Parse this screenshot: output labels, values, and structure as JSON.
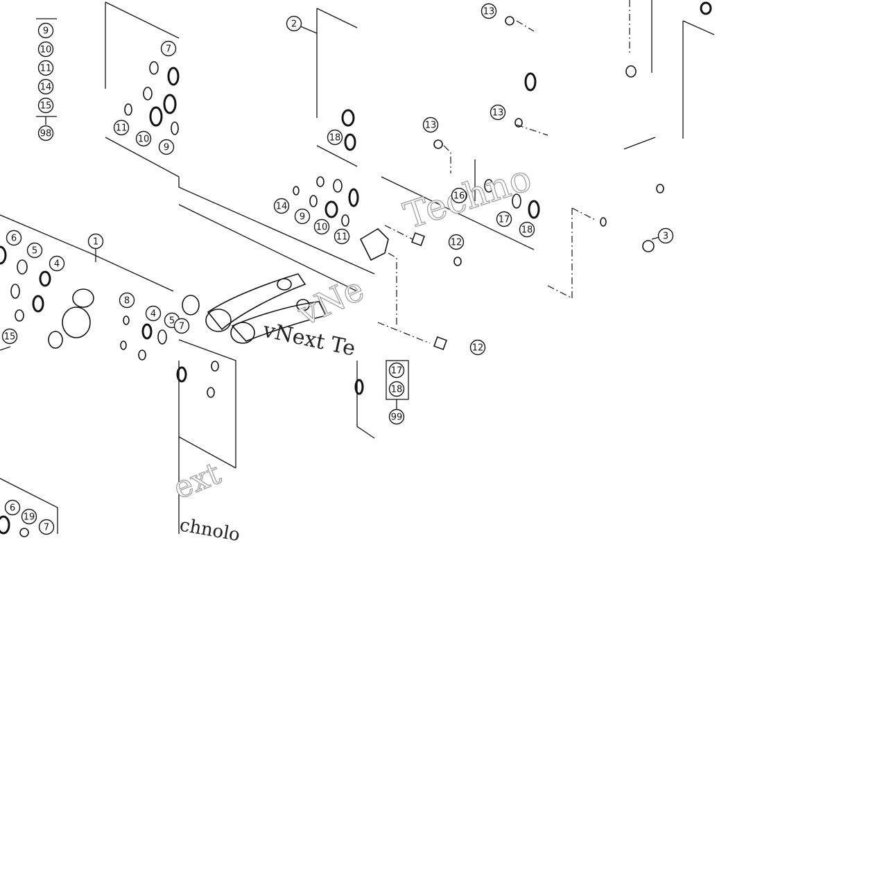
{
  "diagram": {
    "callouts": [
      {
        "id": "c9a",
        "text": "9"
      },
      {
        "id": "c10a",
        "text": "10"
      },
      {
        "id": "c11a",
        "text": "11"
      },
      {
        "id": "c14a",
        "text": "14"
      },
      {
        "id": "c15a",
        "text": "15"
      },
      {
        "id": "c98",
        "text": "98"
      },
      {
        "id": "c7a",
        "text": "7"
      },
      {
        "id": "c11b",
        "text": "11"
      },
      {
        "id": "c10b",
        "text": "10"
      },
      {
        "id": "c9b",
        "text": "9"
      },
      {
        "id": "c2",
        "text": "2"
      },
      {
        "id": "c18a",
        "text": "18"
      },
      {
        "id": "c13a",
        "text": "13"
      },
      {
        "id": "c13b",
        "text": "13"
      },
      {
        "id": "c13c",
        "text": "13"
      },
      {
        "id": "c14b",
        "text": "14"
      },
      {
        "id": "c9c",
        "text": "9"
      },
      {
        "id": "c10c",
        "text": "10"
      },
      {
        "id": "c11c",
        "text": "11"
      },
      {
        "id": "c16",
        "text": "16"
      },
      {
        "id": "c17a",
        "text": "17"
      },
      {
        "id": "c18b",
        "text": "18"
      },
      {
        "id": "c12a",
        "text": "12"
      },
      {
        "id": "c3",
        "text": "3"
      },
      {
        "id": "c6a",
        "text": "6"
      },
      {
        "id": "c5a",
        "text": "5"
      },
      {
        "id": "c4a",
        "text": "4"
      },
      {
        "id": "c1",
        "text": "1"
      },
      {
        "id": "c8",
        "text": "8"
      },
      {
        "id": "c4b",
        "text": "4"
      },
      {
        "id": "c5b",
        "text": "5"
      },
      {
        "id": "c7b",
        "text": "7"
      },
      {
        "id": "c15b",
        "text": "15"
      },
      {
        "id": "c12b",
        "text": "12"
      },
      {
        "id": "c17b",
        "text": "17"
      },
      {
        "id": "c18c",
        "text": "18"
      },
      {
        "id": "c99",
        "text": "99"
      },
      {
        "id": "c6b",
        "text": "6"
      },
      {
        "id": "c19",
        "text": "19"
      },
      {
        "id": "c7c",
        "text": "7"
      }
    ],
    "watermarks": [
      {
        "id": "wm1",
        "text": "Techno"
      },
      {
        "id": "wm2",
        "text": "vNext Te"
      },
      {
        "id": "wm3",
        "text": "vNe"
      },
      {
        "id": "wm4",
        "text": "ext"
      },
      {
        "id": "wm5",
        "text": "chnolo"
      }
    ]
  }
}
